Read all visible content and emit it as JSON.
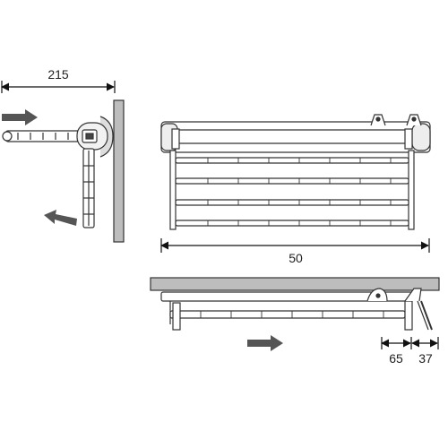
{
  "dimensions": {
    "side_depth": "215",
    "front_width": "50",
    "bottom_left": "65",
    "bottom_right": "37"
  },
  "colors": {
    "line": "#333333",
    "wall": "#bdbdbd",
    "arrow": "#555555"
  }
}
